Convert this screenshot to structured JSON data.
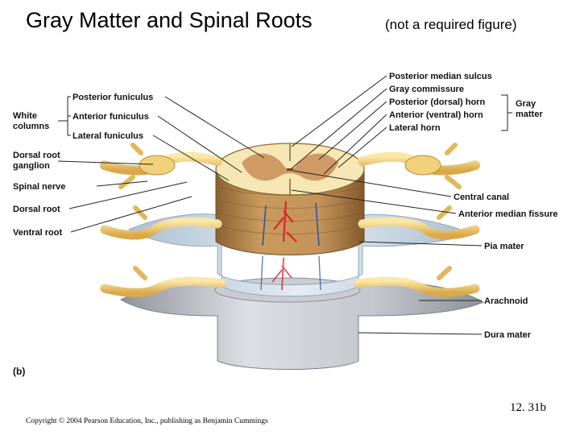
{
  "slide": {
    "title": "Gray Matter and Spinal Roots",
    "note": "(not a required figure)",
    "slide_number": "12. 31b",
    "copyright": "Copyright © 2004 Pearson Education, Inc., publishing as Benjamin Cummings"
  },
  "figure": {
    "panel_label": "(b)",
    "labels": {
      "white_columns": "White\ncolumns",
      "posterior_funiculus": "Posterior funiculus",
      "anterior_funiculus": "Anterior funiculus",
      "lateral_funiculus": "Lateral funiculus",
      "dorsal_root_ganglion": "Dorsal root\nganglion",
      "spinal_nerve": "Spinal nerve",
      "dorsal_root": "Dorsal root",
      "ventral_root": "Ventral root",
      "posterior_median_sulcus": "Posterior median sulcus",
      "gray_commissure": "Gray commissure",
      "posterior_horn": "Posterior (dorsal) horn",
      "anterior_horn": "Anterior (ventral) horn",
      "lateral_horn": "Lateral horn",
      "gray_matter": "Gray\nmatter",
      "central_canal": "Central canal",
      "anterior_median_fissure": "Anterior median fissure",
      "pia_mater": "Pia mater",
      "arachnoid": "Arachnoid",
      "dura_mater": "Dura mater"
    },
    "colors": {
      "nerve": "#f1d27a",
      "white_matter": "#f6e7b4",
      "gray_matter": "#c98c57",
      "cord_side": "#b98a4f",
      "pia": "#cfe0ee",
      "dura": "#b9bcc3",
      "artery": "#d8262b",
      "vein": "#2b55a8"
    }
  }
}
